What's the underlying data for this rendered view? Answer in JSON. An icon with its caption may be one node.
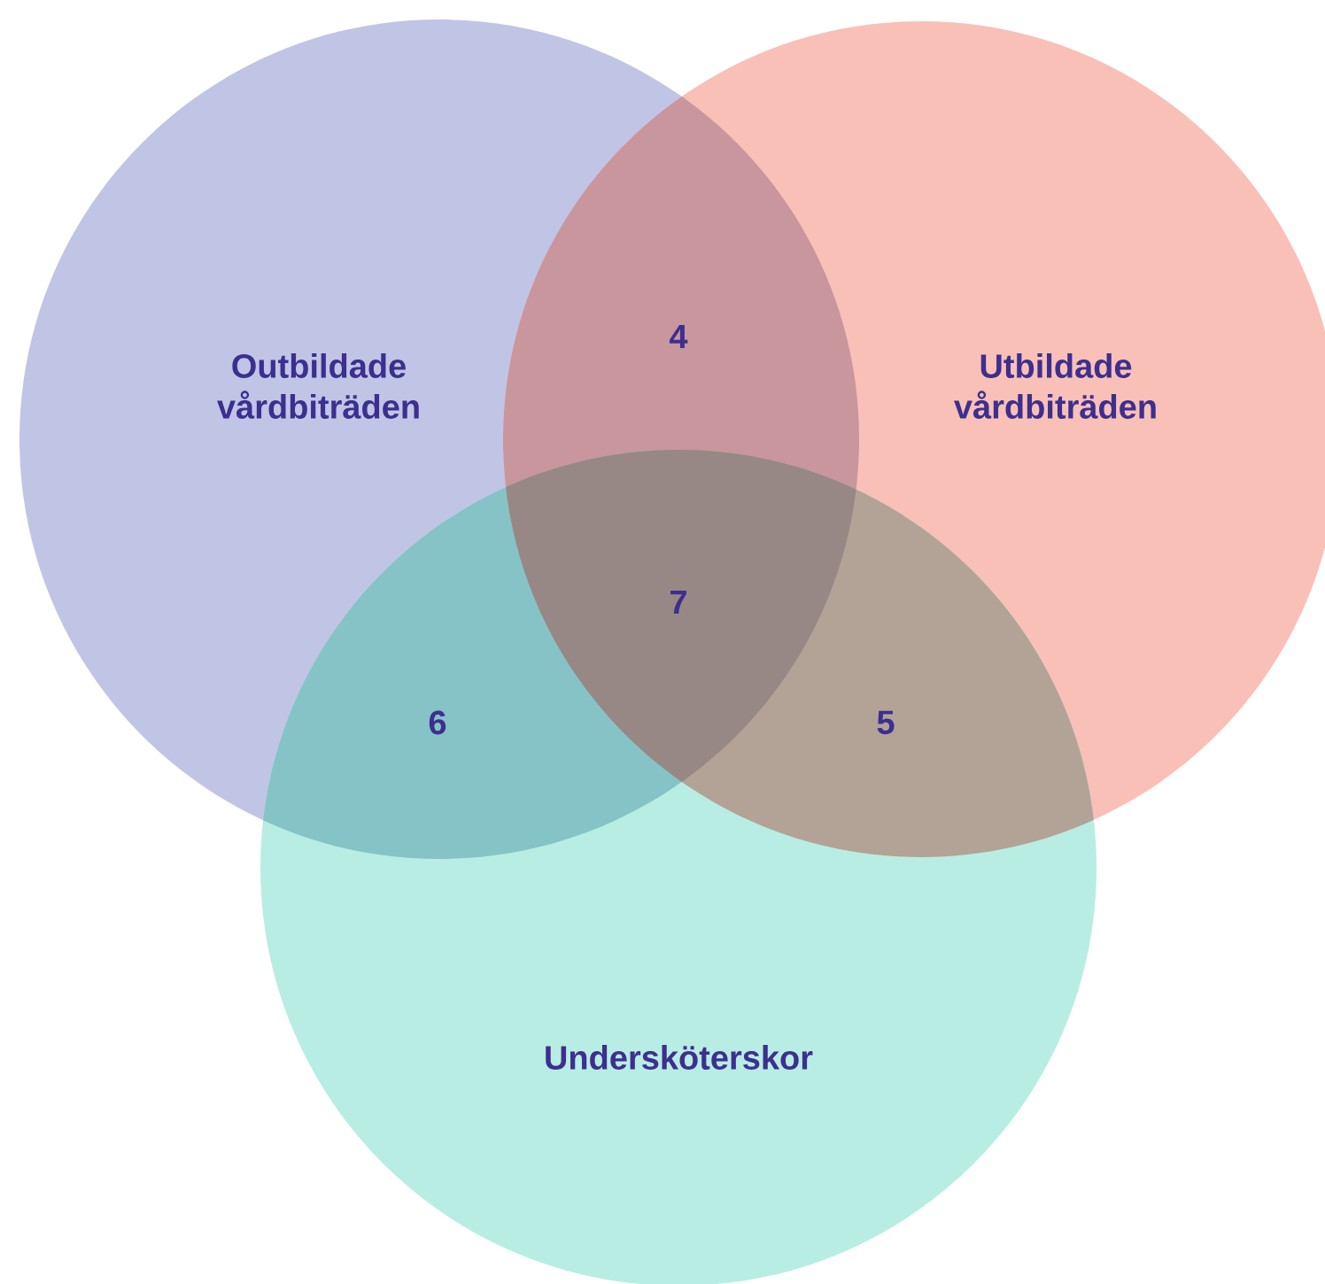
{
  "diagram": {
    "nodes": [
      {
        "text": [
          "Outbildade vårdbiträden"
        ]
      },
      {
        "text": [
          "Utbildade vårdbiträden"
        ]
      },
      {
        "text": [
          "Undersköterskor"
        ]
      }
    ],
    "labels": [
      "4",
      "7",
      "6",
      "5"
    ]
  }
}
